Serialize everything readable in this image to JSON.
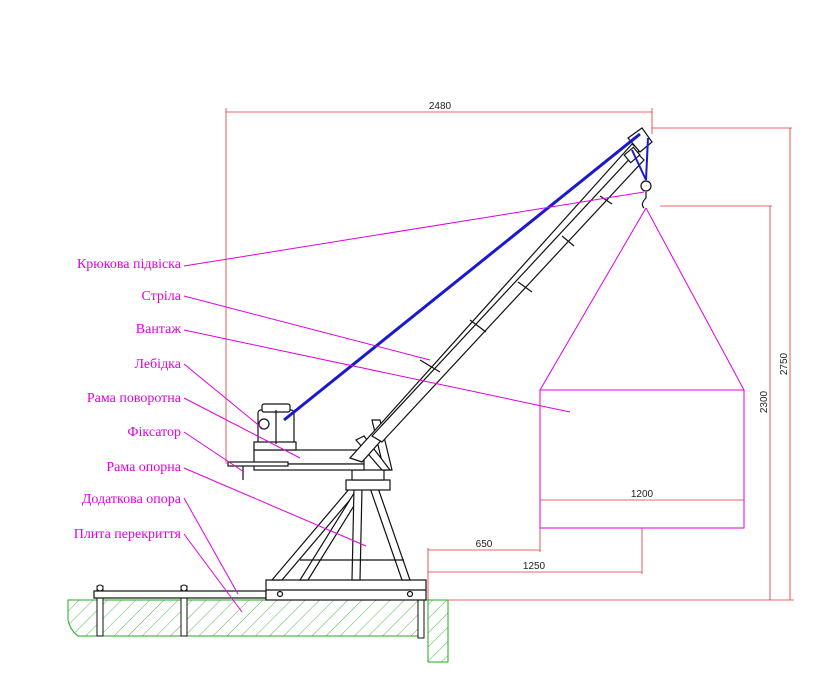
{
  "colors": {
    "label": "#e000e0",
    "dimension": "#e03030",
    "cable": "#1a1acc",
    "slab": "#22aa22",
    "structure": "#111111"
  },
  "labels": {
    "hook": "Крюкова підвіска",
    "boom": "Стріла",
    "load": "Вантаж",
    "winch": "Лебідка",
    "slewing_frame": "Рама поворотна",
    "lock": "Фіксатор",
    "support_frame": "Рама опорна",
    "extra_support": "Додаткова опора",
    "slab": "Плита перекриття"
  },
  "dimensions": {
    "total_width": "2480",
    "total_height": "2750",
    "hook_height": "2300",
    "load_width": "1200",
    "min_reach": "650",
    "max_reach": "1250"
  }
}
